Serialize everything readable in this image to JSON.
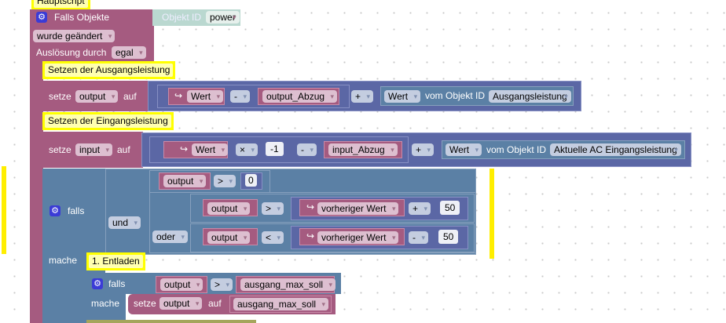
{
  "comments": {
    "main": "Hauptscript",
    "out": "Setzen der Ausgangsleistung",
    "in": "Setzen der Eingangsleistung",
    "unload": "1. Entladen"
  },
  "event": {
    "title": "Falls Objekte",
    "object_label": "Objekt ID",
    "object_id": "power",
    "trigger": "wurde geändert",
    "by_label": "Auslösung durch",
    "by_value": "egal"
  },
  "set_output": {
    "setze": "setze",
    "var": "output",
    "auf": "auf",
    "value": "Wert",
    "op1": "-",
    "var2": "output_Abzug",
    "op2": "+",
    "get_value": "Wert",
    "vom": "vom Objekt ID",
    "obj": "Ausgangsleistung"
  },
  "set_input": {
    "setze": "setze",
    "var": "input",
    "auf": "auf",
    "value": "Wert",
    "op0": "×",
    "neg": "-1",
    "op1": "-",
    "var2": "input_Abzug",
    "op2": "+",
    "get_value": "Wert",
    "vom": "vom Objekt ID",
    "obj": "Aktuelle AC Eingangsleistung"
  },
  "if1": {
    "falls": "falls",
    "mache": "mache",
    "und": "und",
    "oder": "oder",
    "c1": {
      "var": "output",
      "op": ">",
      "val": "0"
    },
    "c2": {
      "var": "output",
      "op": ">",
      "prev": "vorheriger Wert",
      "mop": "+",
      "val": "50"
    },
    "c3": {
      "var": "output",
      "op": "<",
      "prev": "vorheriger Wert",
      "mop": "-",
      "val": "50"
    }
  },
  "if2": {
    "falls": "falls",
    "mache": "mache",
    "var": "output",
    "op": ">",
    "rhs": "ausgang_max_soll",
    "setze": "setze",
    "set_var": "output",
    "auf": "auf",
    "set_val": "ausgang_max_soll"
  }
}
